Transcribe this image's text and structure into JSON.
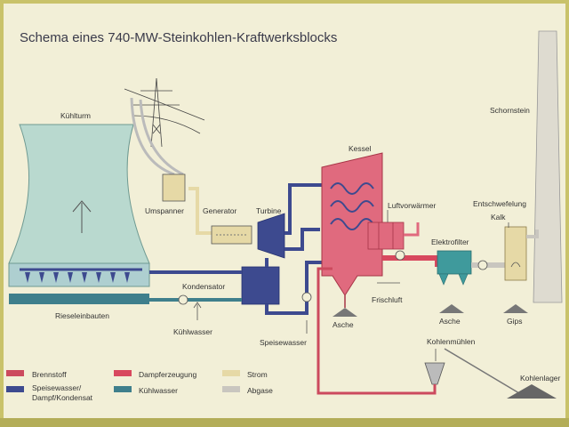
{
  "title": "Schema eines 740-MW-Steinkohlen-Kraftwerksblocks",
  "labels": {
    "kuehlturm": "Kühlturm",
    "umspanner": "Umspanner",
    "generator": "Generator",
    "turbine": "Turbine",
    "kessel": "Kessel",
    "luftvorwaermer": "Luftvorwärmer",
    "entschwefelung": "Entschwefelung",
    "kalk": "Kalk",
    "schornstein": "Schornstein",
    "kondensator": "Kondensator",
    "rieseleinbauten": "Rieseleinbauten",
    "kuehlwasser": "Kühlwasser",
    "speisewasser": "Speisewasser",
    "asche_kessel": "Asche",
    "frischluft": "Frischluft",
    "elektrofilter": "Elektrofilter",
    "asche_filter": "Asche",
    "gips": "Gips",
    "kohlenmuehlen": "Kohlenmühlen",
    "kohlenlager": "Kohlenlager"
  },
  "legend": [
    {
      "label": "Brennstoff",
      "color": "#cc4a5e"
    },
    {
      "label_line1": "Speisewasser/",
      "label_line2": "Dampf/Kondensat",
      "color": "#3d4a8f"
    },
    {
      "label": "Dampferzeugung",
      "color": "#d8485e"
    },
    {
      "label": "Kühlwasser",
      "color": "#3f7f8c"
    },
    {
      "label": "Strom",
      "color": "#e6d9a6"
    },
    {
      "label": "Abgase",
      "color": "#c9c6bf"
    }
  ],
  "colors": {
    "board": "#f2efd7",
    "frame": "#c9c26a",
    "cooling_tower": "#b9d9cf",
    "cooling_water": "#3f7f8c",
    "steam_water": "#3d4a8f",
    "boiler": "#e06a7e",
    "fuel": "#cc4a5e",
    "electric": "#e6d9a6",
    "flue_gas": "#c9c6bf",
    "filter": "#3f9a9c"
  }
}
